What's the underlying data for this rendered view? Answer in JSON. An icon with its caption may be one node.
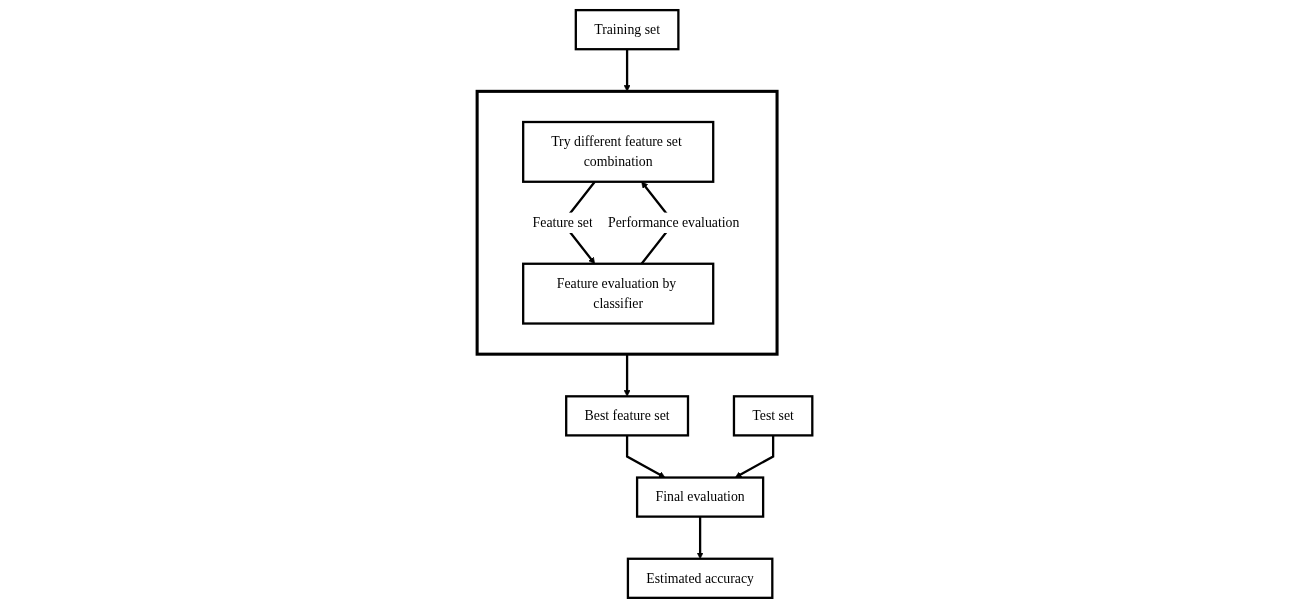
{
  "diagram": {
    "nodes": [
      {
        "text": [
          "Training set"
        ]
      },
      {
        "text": [],
        "shape": "box"
      },
      {
        "text": [
          "Try different feature set combination"
        ],
        "in": 1
      },
      {
        "text": [
          "Feature evaluation by classifier"
        ],
        "in": 1
      },
      {
        "text": [
          "Best feature set"
        ]
      },
      {
        "text": [
          "Test set"
        ]
      },
      {
        "text": [
          "Final evaluation"
        ]
      },
      {
        "text": [
          "Estimated accuracy"
        ]
      }
    ],
    "edges": [
      {
        "from": 0,
        "to": 1,
        "arrow": "to"
      },
      {
        "from": 2,
        "to": 3,
        "arrow": "to",
        "label": "Feature set"
      },
      {
        "from": 3,
        "to": 2,
        "arrow": "to",
        "label": "Performance evaluation"
      },
      {
        "from": 1,
        "to": 4,
        "arrow": "to"
      },
      {
        "from": 4,
        "to": 6,
        "arrow": "to"
      },
      {
        "from": 5,
        "to": 6,
        "arrow": "to"
      },
      {
        "from": 6,
        "to": 7,
        "arrow": "to"
      }
    ]
  }
}
